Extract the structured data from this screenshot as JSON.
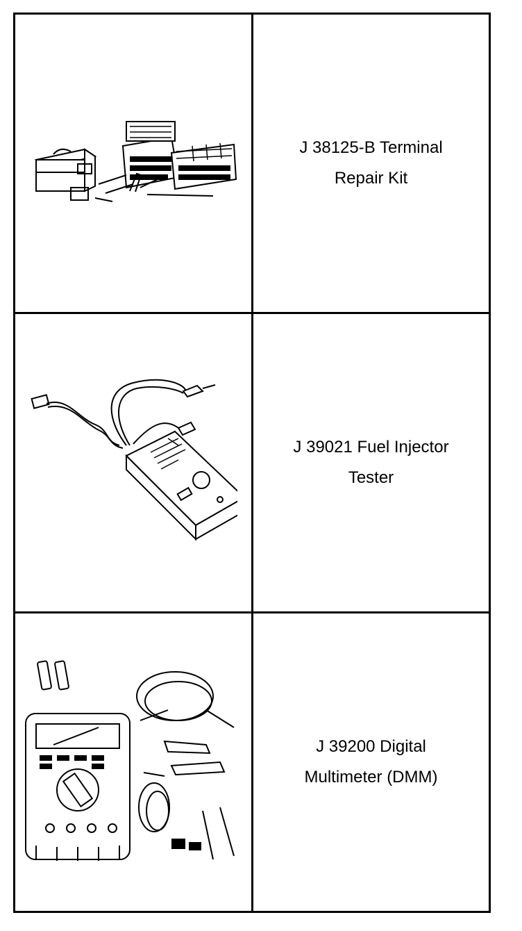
{
  "tools": [
    {
      "name": "J 38125-B Terminal\nRepair Kit",
      "illustration": "terminal-repair-kit-illustration"
    },
    {
      "name": "J 39021 Fuel Injector\nTester",
      "illustration": "fuel-injector-tester-illustration"
    },
    {
      "name": "J 39200 Digital\nMultimeter (DMM)",
      "illustration": "digital-multimeter-illustration"
    }
  ]
}
